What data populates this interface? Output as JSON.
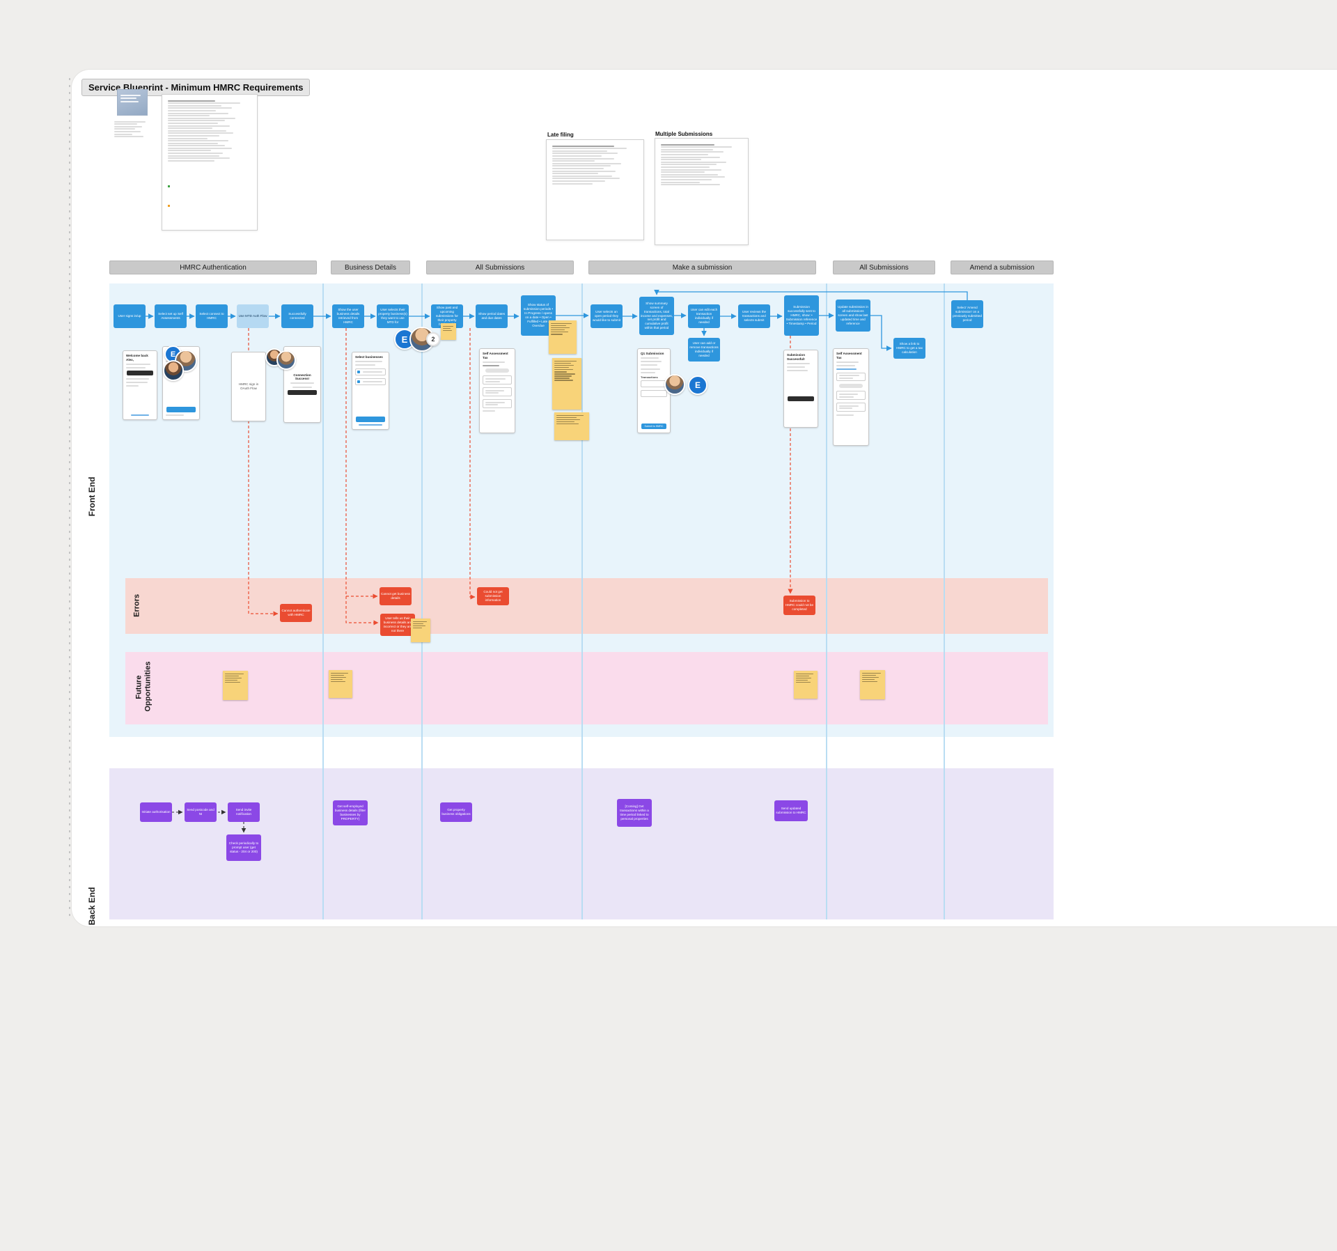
{
  "title": "Service Blueprint - Minimum HMRC Requirements",
  "lanes": {
    "front_end": "Front End",
    "errors": "Errors",
    "future": "Future Opportunities",
    "back_end": "Back End"
  },
  "phases": [
    "HMRC Authentication",
    "Business Details",
    "All Submissions",
    "Make a submission",
    "All Submissions",
    "Amend a submission"
  ],
  "notes": {
    "late_filing": "Late filing",
    "multiple_submissions": "Multiple Submissions"
  },
  "flow": [
    "User signs in/up",
    "Select set up Self Assessments",
    "Select connect to HMRC",
    "Use MTD Auth Flow",
    "Successfully connected",
    "Show the user business details retrieved from HMRC",
    "User selects their property business(s) they want to use MTD for",
    "Show past and upcoming submissions for their property business(s)",
    "Show period dates and due dates",
    "Show status of submission periods • In Progress / opens on a date • Open • Fulfilled • Late / Overdue",
    "User selects an open period they would like to submit",
    "Show summary screen of transactions, total income and expenses, net profit and cumulative profit within that period",
    "User can edit each transaction individually if needed",
    "User can add or remove transactions individually if needed",
    "User reviews the transactions and selects submit",
    "Submission successfully sent to HMRC, show: • Submission reference • Timestamp • Period",
    "Update submission in all submissions screen and show last updated time and reference",
    "Show a link to HMRC to get a tax calculation",
    "Select 'Amend submission' on a previously submitted period"
  ],
  "errors": [
    "Cannot authenticate with HMRC",
    "Cannot get business details",
    "User tells us their business details are incorrect or they are not there",
    "Could not get submission information",
    "Submission to HMRC could not be completed"
  ],
  "backend": [
    "Initiate authorisation",
    "Send postcode and NI",
    "Send invite notification",
    "Check periodically to prompt user (get status - 204 or 200)",
    "Get self-employed business details (filter businesses by PROPERTY)",
    "Get property business obligations",
    "[Coming] Get transactions within a time period linked to personal properties",
    "Send updated submission to HMRC"
  ],
  "cards": {
    "welcome": "Welcome back Alex,",
    "oauth": "HMRC sign in OAuth Flow",
    "connection_success": "Connection Success!",
    "select_businesses": "Select businesses",
    "self_assessment": "Self Assessment Tax",
    "q1_submission": "Q1 Submission",
    "transactions": "Transactions",
    "submit_to_hmrc": "Submit to HMRC",
    "submission_successful": "Submission Successful!"
  },
  "avatars": {
    "initial": "E",
    "count": "2"
  },
  "colors": {
    "flow_blue": "#2e96dd",
    "flow_light_blue": "#b5d9f2",
    "error_red": "#ea4c31",
    "backend_purple": "#8b48e6",
    "sticky_yellow": "#f8d379",
    "band_front": "#e8f4fb",
    "band_errors": "#f8d7d1",
    "band_future": "#fadcec",
    "band_backend": "#eae5f7"
  }
}
